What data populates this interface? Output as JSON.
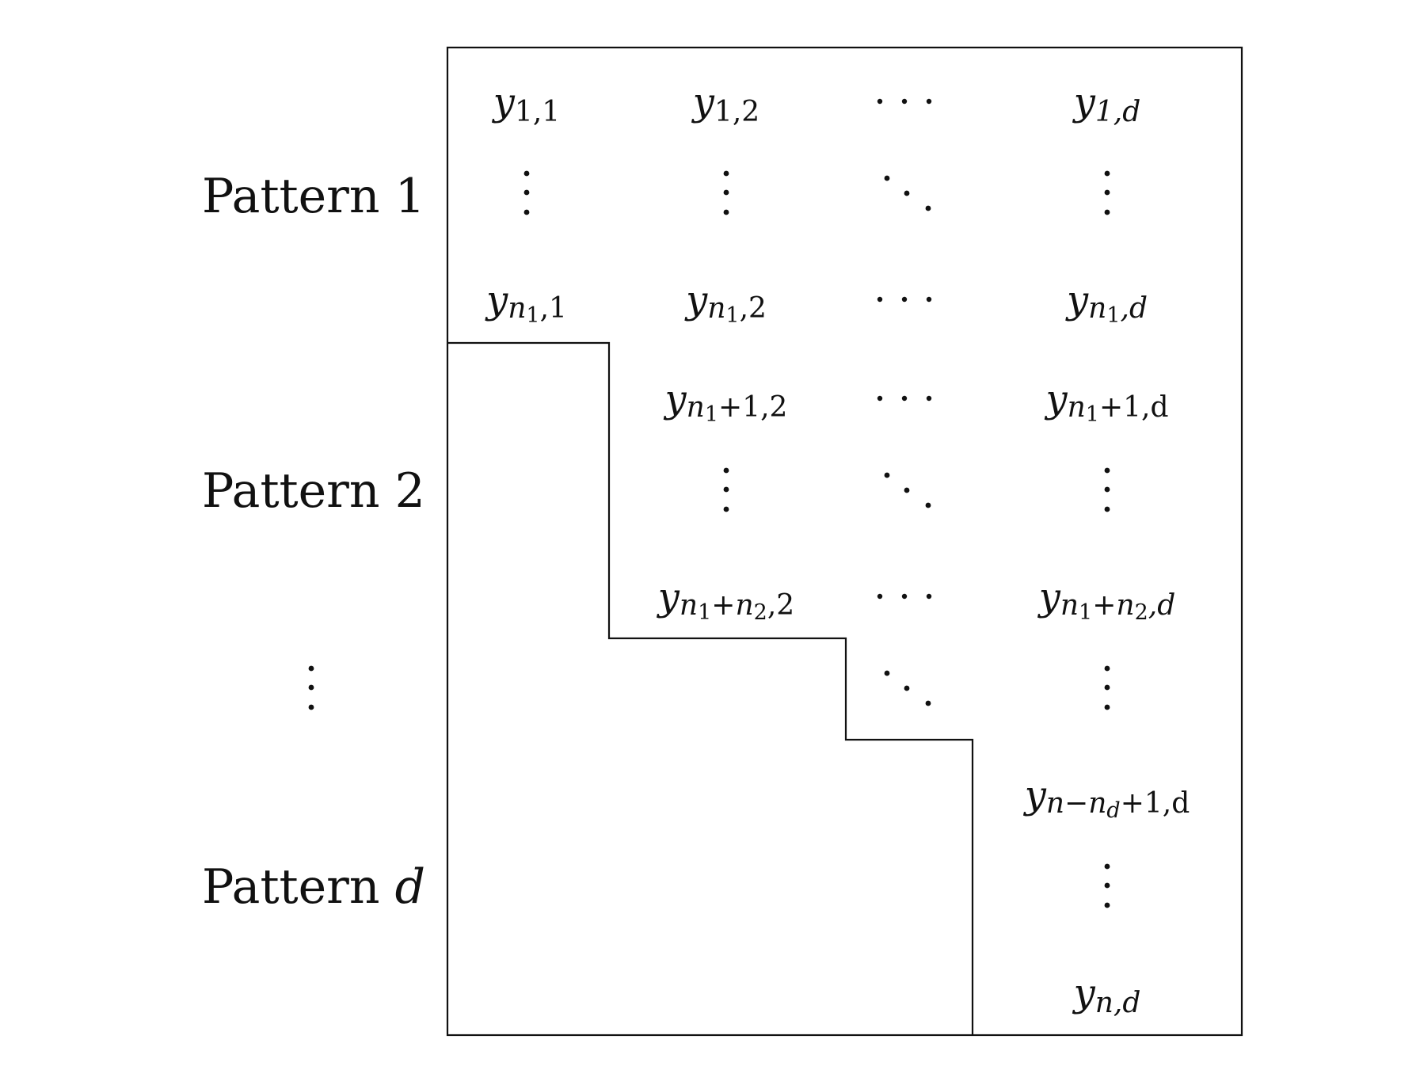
{
  "pattern_labels": {
    "p1": {
      "word": "Pattern",
      "index": "1"
    },
    "p2": {
      "word": "Pattern",
      "index": "2"
    },
    "pd": {
      "word": "Pattern",
      "index": "d"
    }
  },
  "cells": {
    "y11": {
      "base": "y",
      "sub": "1,1"
    },
    "y12": {
      "base": "y",
      "sub": "1,2"
    },
    "y1d": {
      "base": "y",
      "sub": "1,d"
    },
    "yn11": {
      "base": "y",
      "n": "n",
      "n_sub": "1",
      "rest": ",1"
    },
    "yn12": {
      "base": "y",
      "n": "n",
      "n_sub": "1",
      "rest": ",2"
    },
    "yn1d": {
      "base": "y",
      "n": "n",
      "n_sub": "1",
      "rest": ",d"
    },
    "yn1p12": {
      "base": "y",
      "n": "n",
      "n_sub": "1",
      "rest": "+1,2"
    },
    "yn1p1d": {
      "base": "y",
      "n": "n",
      "n_sub": "1",
      "rest": "+1,d"
    },
    "yn1n22": {
      "base": "y",
      "n": "n",
      "n_sub": "1",
      "plus": "+",
      "m": "n",
      "m_sub": "2",
      "rest": ",2"
    },
    "yn1n2d": {
      "base": "y",
      "n": "n",
      "n_sub": "1",
      "plus": "+",
      "m": "n",
      "m_sub": "2",
      "rest": ",d"
    },
    "ynnd1d": {
      "base": "y",
      "n": "n",
      "minus": "−",
      "m": "n",
      "m_sub": "d",
      "rest": "+1,d"
    },
    "ynd": {
      "base": "y",
      "sub": "n,d"
    }
  }
}
